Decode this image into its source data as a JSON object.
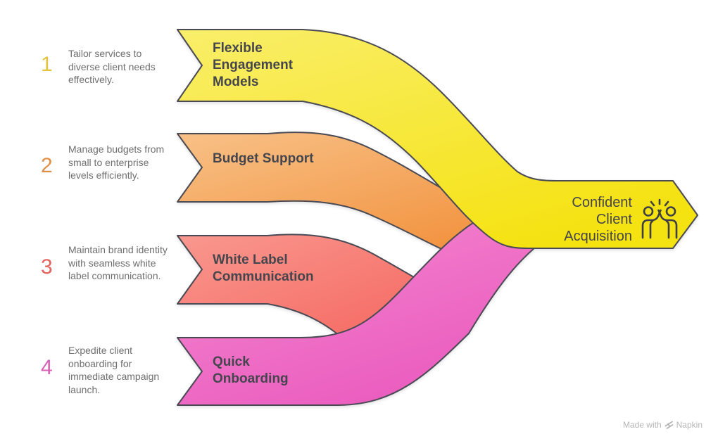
{
  "items": [
    {
      "number": "1",
      "number_color": "#E4C33C",
      "description": "Tailor services to diverse client needs effectively.",
      "label": "Flexible Engagement Models"
    },
    {
      "number": "2",
      "number_color": "#E08F47",
      "description": "Manage budgets from small to enterprise levels efficiently.",
      "label": "Budget Support"
    },
    {
      "number": "3",
      "number_color": "#E2635C",
      "description": "Maintain brand identity with seamless white label communication.",
      "label": "White Label Communication"
    },
    {
      "number": "4",
      "number_color": "#D960B8",
      "description": "Expedite client onboarding for immediate campaign launch.",
      "label": "Quick Onboarding"
    }
  ],
  "outcome": {
    "label": "Confident Client Acquisition",
    "icon": "high-five-icon"
  },
  "colors": {
    "bands": {
      "flexible": [
        "#F9EE6A",
        "#F5E211"
      ],
      "budget": [
        "#F8C187",
        "#F2923E"
      ],
      "white_label": [
        "#F9988F",
        "#F4615A"
      ],
      "quick": [
        "#F58BD2",
        "#EA5CBE"
      ]
    },
    "outline": "#4A4A54",
    "icon_stroke": "#3E3E46",
    "band_label_text": "#45454D",
    "description_text": "#6F6F6F",
    "watermark_text": "#B5B5B5"
  },
  "watermark": {
    "prefix": "Made with",
    "brand": "Napkin"
  }
}
